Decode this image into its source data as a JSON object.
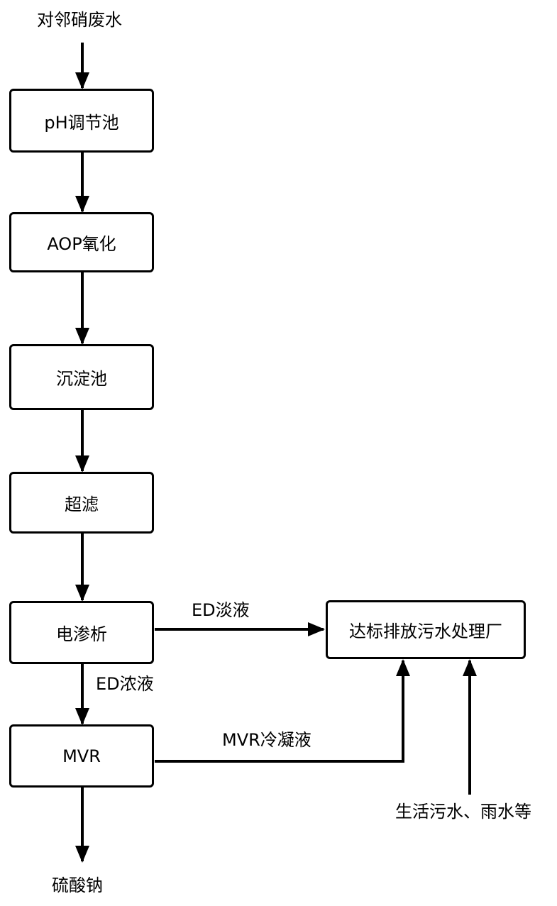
{
  "diagram": {
    "input_label": "对邻硝废水",
    "steps": {
      "ph_adjust": "pH调节池",
      "aop": "AOP氧化",
      "sedimentation": "沉淀池",
      "ultrafiltration": "超滤",
      "electrodialysis": "电渗析",
      "mvr": "MVR",
      "treatment_plant": "达标排放污水处理厂"
    },
    "edges": {
      "ed_dilute": "ED淡液",
      "ed_concentrate": "ED浓液",
      "mvr_condensate": "MVR冷凝液"
    },
    "outputs": {
      "product": "硫酸钠"
    },
    "side_inputs": {
      "domestic": "生活污水、雨水等"
    }
  }
}
